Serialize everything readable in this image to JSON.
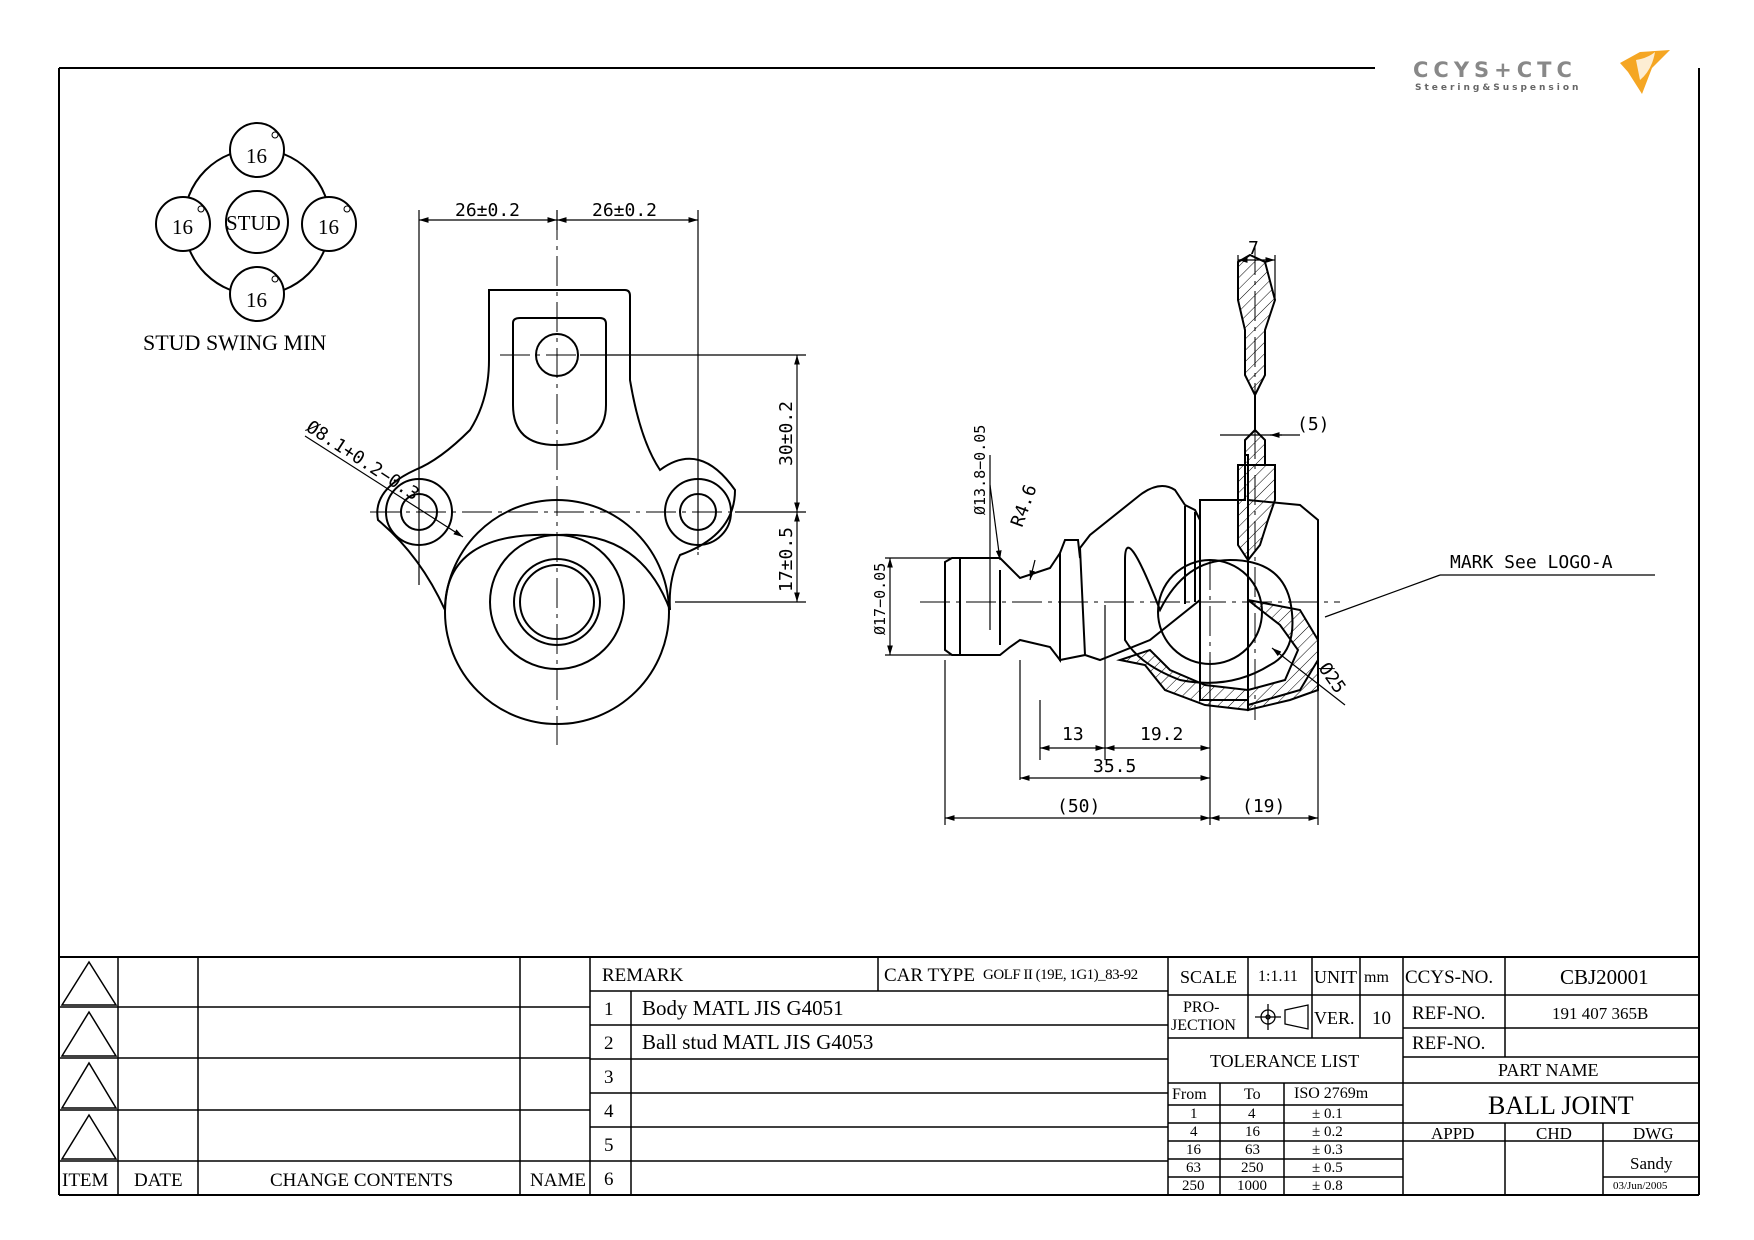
{
  "logo": {
    "brand": "CCYS+CTC",
    "tagline": "Steering&Suspension"
  },
  "stud_swing": {
    "label": "STUD SWING MIN",
    "center": "STUD",
    "angles": [
      "16",
      "16",
      "16",
      "16"
    ]
  },
  "front_view": {
    "dim_left": "26±0.2",
    "dim_right": "26±0.2",
    "dim_hole": "Ø8.1+0.2−0.3",
    "dim_height_upper": "30±0.2",
    "dim_height_lower": "17±0.5"
  },
  "side_view": {
    "dim_top": "7",
    "dim_web": "(5)",
    "dim_taper": "Ø13.8−0.05",
    "dim_radius": "R4.6",
    "dim_shank": "Ø17−0.05",
    "dim_ball": "Ø25",
    "dim_13": "13",
    "dim_19_2": "19.2",
    "dim_35_5": "35.5",
    "dim_50": "(50)",
    "dim_19": "(19)",
    "mark_note": "MARK See LOGO-A"
  },
  "revision_table": {
    "headers": {
      "item": "ITEM",
      "date": "DATE",
      "change": "CHANGE CONTENTS",
      "name": "NAME"
    }
  },
  "remark": {
    "label": "REMARK",
    "car_type_label": "CAR TYPE",
    "car_type": "GOLF II (19E, 1G1)_83-92",
    "items": [
      {
        "no": "1",
        "text": "Body MATL JIS G4051"
      },
      {
        "no": "2",
        "text": "Ball stud MATL JIS G4053"
      },
      {
        "no": "3",
        "text": ""
      },
      {
        "no": "4",
        "text": ""
      },
      {
        "no": "5",
        "text": ""
      },
      {
        "no": "6",
        "text": ""
      }
    ]
  },
  "scale_block": {
    "scale_label": "SCALE",
    "scale": "1:1.11",
    "unit_label": "UNIT",
    "unit": "mm",
    "projection_label_1": "PRO-",
    "projection_label_2": "JECTION",
    "ver_label": "VER.",
    "ver": "10"
  },
  "tolerance": {
    "title": "TOLERANCE LIST",
    "headers": [
      "From",
      "To",
      "ISO 2769m"
    ],
    "rows": [
      [
        "1",
        "4",
        "± 0.1"
      ],
      [
        "4",
        "16",
        "± 0.2"
      ],
      [
        "16",
        "63",
        "± 0.3"
      ],
      [
        "63",
        "250",
        "± 0.5"
      ],
      [
        "250",
        "1000",
        "± 0.8"
      ]
    ]
  },
  "part_info": {
    "ccys_no_label": "CCYS-NO.",
    "ccys_no": "CBJ20001",
    "ref_no_label": "REF-NO.",
    "ref_no": "191 407 365B",
    "ref_no2_label": "REF-NO.",
    "ref_no2": "",
    "part_name_label": "PART NAME",
    "part_name": "BALL JOINT",
    "appd_label": "APPD",
    "chd_label": "CHD",
    "dwg_label": "DWG",
    "drawer": "Sandy",
    "date": "03/Jun/2005"
  }
}
